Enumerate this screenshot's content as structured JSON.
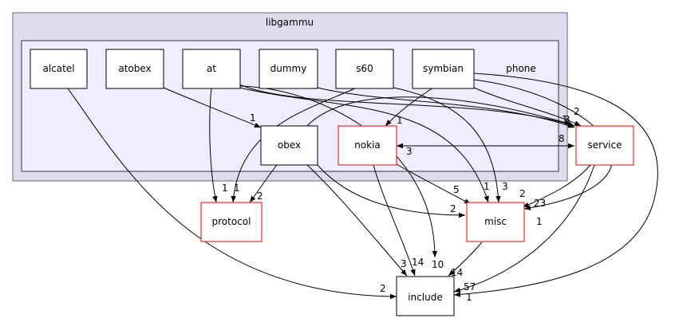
{
  "clusters": {
    "outer": {
      "label": "libgammu"
    },
    "inner": {
      "label": "phone"
    }
  },
  "nodes": {
    "alcatel": "alcatel",
    "atobex": "atobex",
    "at": "at",
    "dummy": "dummy",
    "s60": "s60",
    "symbian": "symbian",
    "obex": "obex",
    "nokia": "nokia",
    "service": "service",
    "protocol": "protocol",
    "misc": "misc",
    "include": "include"
  },
  "edge_labels": {
    "atobex_obex": "1",
    "at_protocol": "1",
    "obex_protocol_1": "1",
    "obex_protocol_2": "2",
    "s60_nokia": "1",
    "nokia_service": "3",
    "service_nokia": "8",
    "service_2": "2",
    "service_1": "1",
    "service_3": "3",
    "misc_5": "5",
    "misc_2": "2",
    "misc_1": "1",
    "misc_3": "3",
    "misc_2b": "2",
    "misc_23": "23",
    "misc_1b": "1",
    "include_2": "2",
    "include_3": "3",
    "include_14": "14",
    "include_10": "10",
    "include_14b": "14",
    "include_57": "57",
    "include_1": "1"
  },
  "colors": {
    "outer_fill": "#ddddee",
    "outer_stroke": "#666677",
    "inner_fill": "#eeeeff",
    "inner_stroke": "#333344",
    "internal_stroke": "#000000",
    "external_stroke": "#ff0000"
  }
}
